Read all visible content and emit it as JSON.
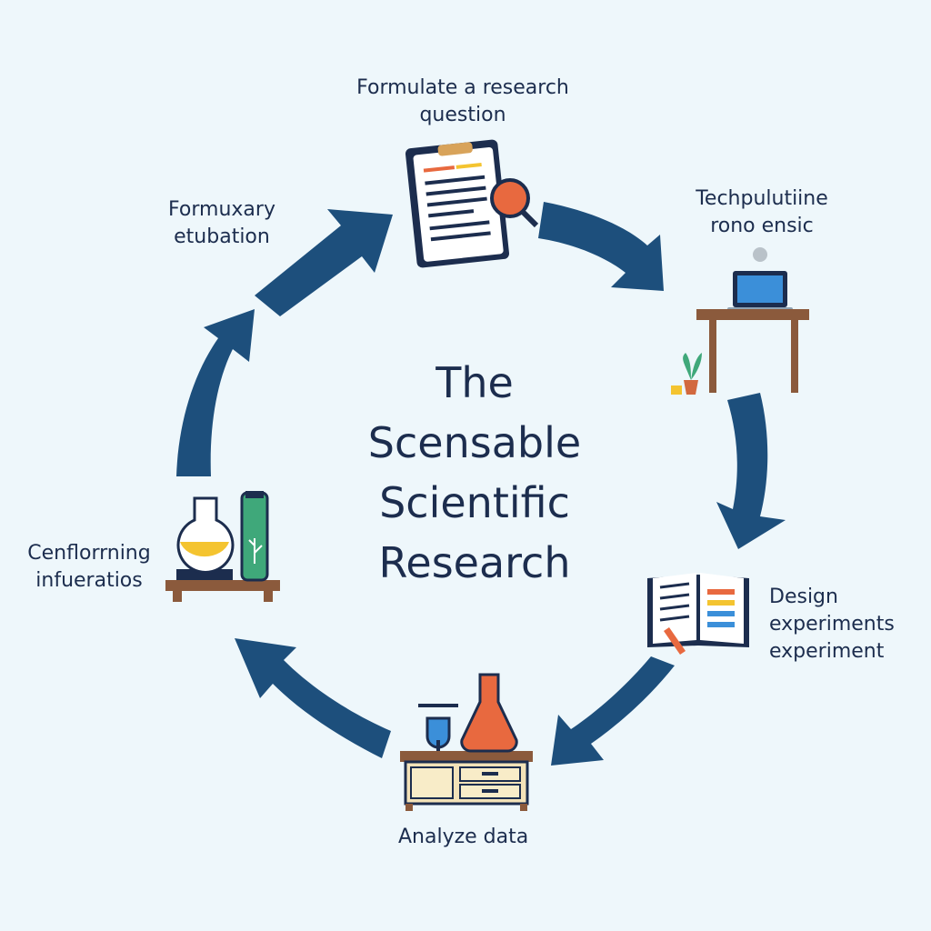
{
  "title": {
    "lines": [
      "The",
      "Scensable",
      "Scientific",
      "Research"
    ]
  },
  "steps": [
    {
      "id": "formulate",
      "lines": [
        "Formulate a research",
        "question"
      ],
      "icon": "clipboard-icon"
    },
    {
      "id": "technique",
      "lines": [
        "Techpulutiine",
        "rono ensic"
      ],
      "icon": "laptop-desk-icon"
    },
    {
      "id": "design",
      "lines": [
        "Design",
        "experiments",
        "experiment"
      ],
      "icon": "open-book-icon"
    },
    {
      "id": "analyze",
      "lines": [
        "Analyze data"
      ],
      "icon": "lab-cabinet-icon"
    },
    {
      "id": "confirm",
      "lines": [
        "Cenflorrning",
        "infueratios"
      ],
      "icon": "lab-flasks-icon"
    },
    {
      "id": "formuxary",
      "lines": [
        "Formuxary",
        "etubation"
      ],
      "icon": "none"
    }
  ],
  "colors": {
    "background": "#eef7fb",
    "arrow": "#1d4f7c",
    "text": "#1c2d4e",
    "accent_orange": "#e8693f",
    "accent_yellow": "#f4c430",
    "accent_green": "#3fa87a"
  }
}
